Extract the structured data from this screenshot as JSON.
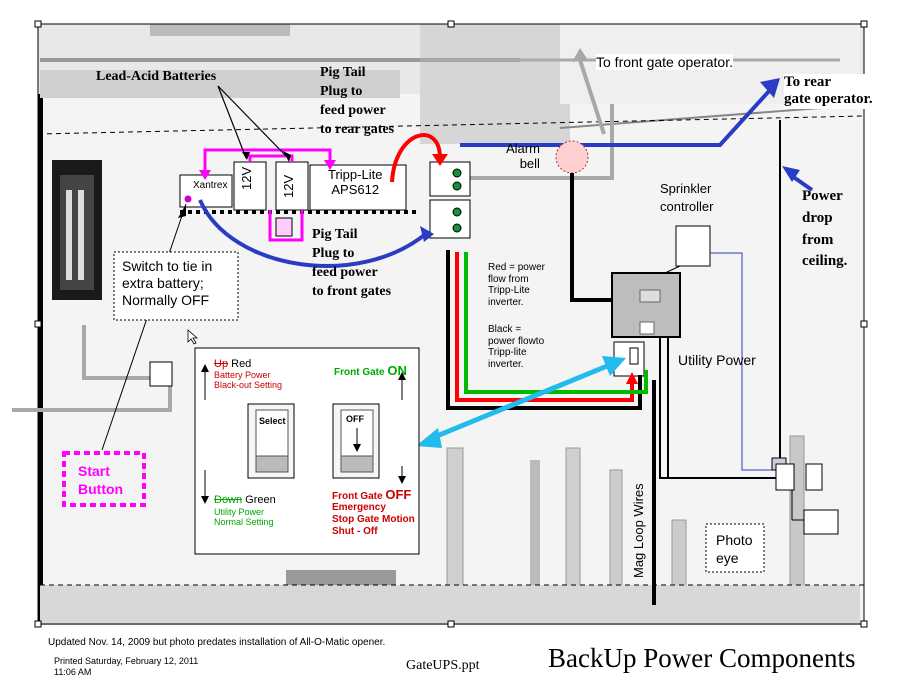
{
  "header": {
    "to_front_gate": "To front gate operator.",
    "to_rear_gate": "To rear\ngate operator."
  },
  "labels": {
    "lead_acid": "Lead-Acid Batteries",
    "pigtail_rear": "Pig Tail\nPlug to\nfeed power\nto rear gates",
    "pigtail_front": "Pig Tail\nPlug to\nfeed power\nto front gates",
    "xantrex": "Xantrex",
    "battery_12v_a": "12V",
    "battery_12v_b": "12V",
    "tripp_lite": "Tripp-Lite\nAPS612",
    "alarm_bell": "Alarm\nbell",
    "sprinkler": "Sprinkler\ncontroller",
    "power_drop": "Power\ndrop\nfrom\nceiling.",
    "switch_note": "Switch to tie in\nextra battery;\nNormally OFF",
    "red_note": "Red = power\nflow from\nTripp-Lite\ninverter.",
    "black_note": "Black =\npower flowto\nTripp-lite\ninverter.",
    "utility_power": "Utility Power",
    "start_button": "Start\nButton",
    "mag_loop": "Mag Loop Wires",
    "photo_eye": "Photo\neye"
  },
  "switch_panel": {
    "up_struck": "Up",
    "up_red": " Red",
    "battery_power": "Battery Power\nBlack-out Setting",
    "front_gate_on_prefix": "Front Gate ",
    "front_gate_on": "ON",
    "select": "Select",
    "off_switch": "OFF",
    "down_struck": "Down",
    "down_green": " Green",
    "utility_normal": "Utility Power\nNormal Setting",
    "front_gate_off_prefix": "Front Gate ",
    "front_gate_off": "OFF",
    "emergency": "Emergency\nStop Gate Motion\nShut - Off"
  },
  "footer": {
    "updated": "Updated Nov. 14, 2009 but photo predates installation of All-O-Matic opener.",
    "printed": "Printed Saturday, February 12, 2011\n11:06 AM",
    "filename": "GateUPS.ppt",
    "title": "BackUp Power Components"
  },
  "colors": {
    "magenta": "#ff00ff",
    "blue": "#2b3cc4",
    "cyan": "#22bbee",
    "red": "#ff0000",
    "green": "#00bb00",
    "gray": "#a0a0a0"
  }
}
